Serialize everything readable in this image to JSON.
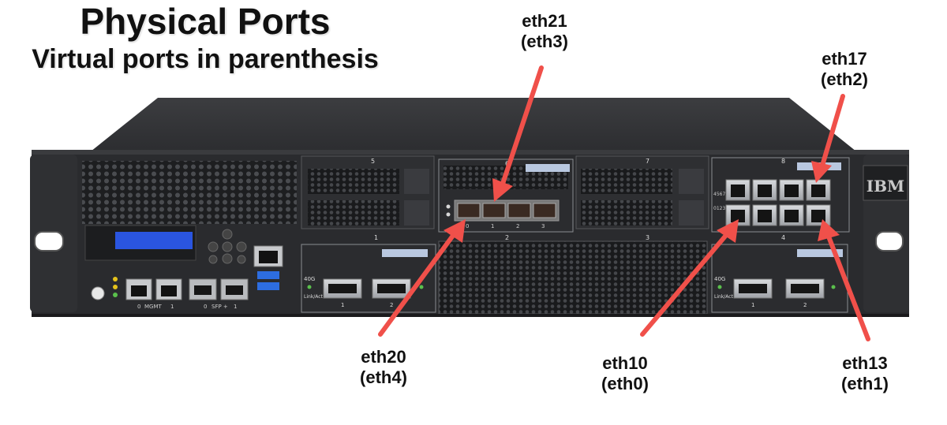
{
  "title": {
    "main": "Physical Ports",
    "sub": "Virtual ports in parenthesis"
  },
  "callouts": [
    {
      "physical": "eth21",
      "virtual": "(eth3)"
    },
    {
      "physical": "eth17",
      "virtual": "(eth2)"
    },
    {
      "physical": "eth20",
      "virtual": "(eth4)"
    },
    {
      "physical": "eth10",
      "virtual": "(eth0)"
    },
    {
      "physical": "eth13",
      "virtual": "(eth1)"
    }
  ],
  "device": {
    "brand": "IBM",
    "left_labels": {
      "mgmt": "MGMT",
      "sfp": "SFP +",
      "port0": "0",
      "port1": "1"
    },
    "slot_numbers": [
      "5",
      "6",
      "7",
      "8",
      "1",
      "2",
      "3",
      "4"
    ],
    "module40g_left": {
      "speed": "40G",
      "link": "Link/Act",
      "port1": "1",
      "port2": "2"
    },
    "module40g_right": {
      "speed": "40G",
      "link": "Link/Act",
      "port1": "1",
      "port2": "2"
    },
    "sfp_module_ports": [
      "0",
      "1",
      "2",
      "3"
    ],
    "rj45_labels": [
      "4567",
      "0123"
    ]
  },
  "colors": {
    "arrow": "#f0504a",
    "chassis": "#2a2b2e",
    "lcd": "#2a55e0"
  }
}
